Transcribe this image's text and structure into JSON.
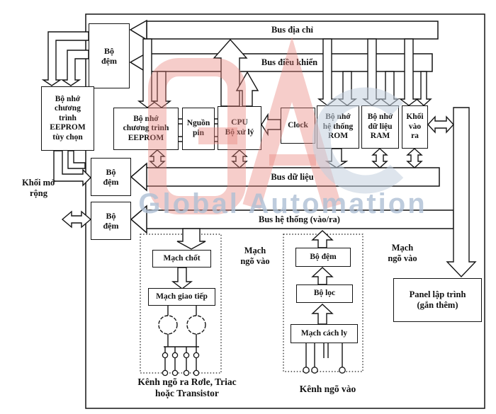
{
  "watermark": {
    "text": "Global Automation"
  },
  "buses": {
    "address": "Bus địa chỉ",
    "control": "Bus điều khiển",
    "data": "Bus dữ liệu",
    "system": "Bus hệ thống (vào/ra)"
  },
  "boxes": {
    "buffer_top": "Bộ\nđệm",
    "buffer_mid": "Bộ\nđệm",
    "buffer_low": "Bộ\nđệm",
    "eeprom_optional": "Bộ nhớ\nchương\ntrình\nEEPROM\ntùy chọn",
    "eeprom_main": "Bộ nhớ\nchương trình\nEEPROM",
    "battery": "Nguồn\npin",
    "cpu": "CPU\nBộ xử lý",
    "clock": "Clock",
    "rom": "Bộ nhớ\nhệ thống\nROM",
    "ram": "Bộ nhớ\ndữ liệu\nRAM",
    "io_block": "Khối\nvào\nra",
    "panel": "Panel lập trình\n(gắn thêm)",
    "latch": "Mạch  chốt",
    "interface": "Mạch giao tiếp",
    "buffer_in": "Bộ đệm",
    "filter": "Bộ lọc",
    "isolation": "Mạch cách ly"
  },
  "labels": {
    "expansion": "Khối mở\nrộng",
    "out_circuit": "Mạch\nngõ vào",
    "in_circuit": "Mạch\nngõ vào",
    "out_channel": "Kênh ngõ ra Rơle, Triac\nhoặc Transistor",
    "in_channel": "Kênh ngõ vào"
  }
}
